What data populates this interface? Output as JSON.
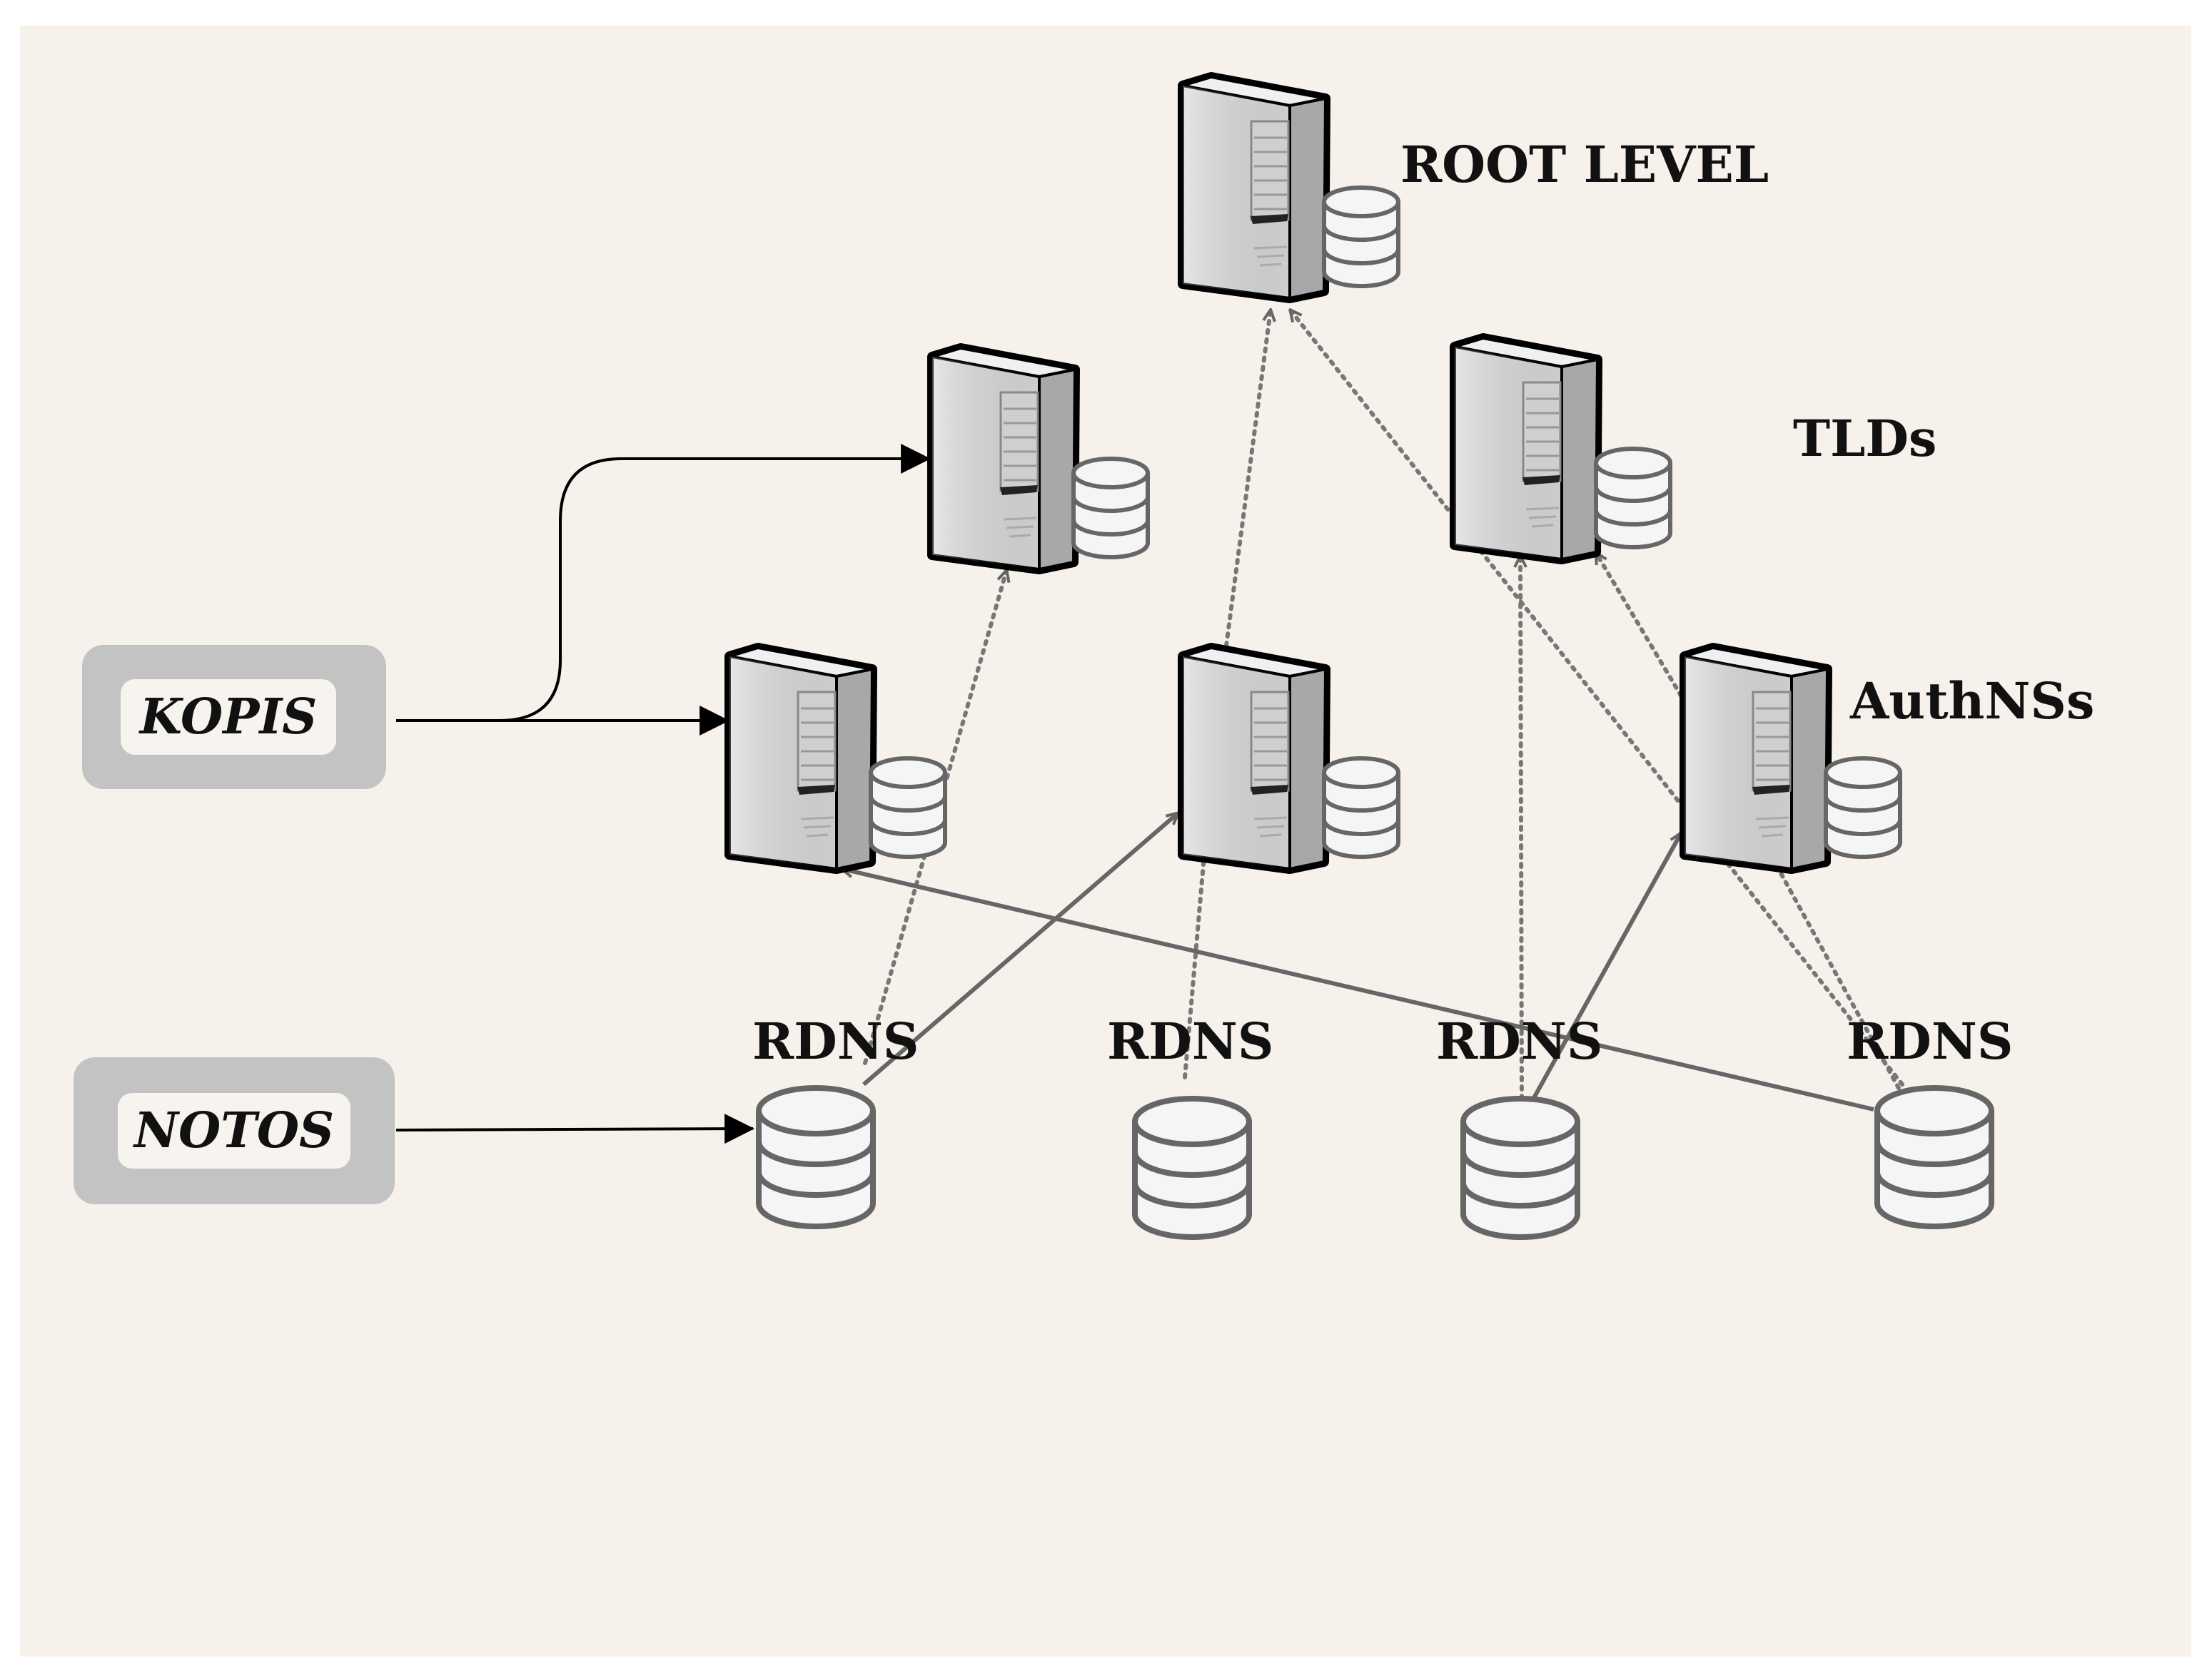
{
  "labels": {
    "root": "ROOT LEVEL",
    "tlds": "TLDs",
    "authns": "AuthNSs",
    "rdns": [
      "RDNS",
      "RDNS",
      "RDNS",
      "RDNS"
    ]
  },
  "boxes": {
    "kopis": "KOPIS",
    "notos": "NOTOS"
  },
  "colors": {
    "background": "#f7f1ec",
    "box": "#c3c3c3",
    "server_body": "#dedede",
    "edge": "#666666",
    "arrow_solid": "#000000"
  },
  "icons": {
    "server": "server-with-database-icon",
    "database": "database-icon"
  }
}
